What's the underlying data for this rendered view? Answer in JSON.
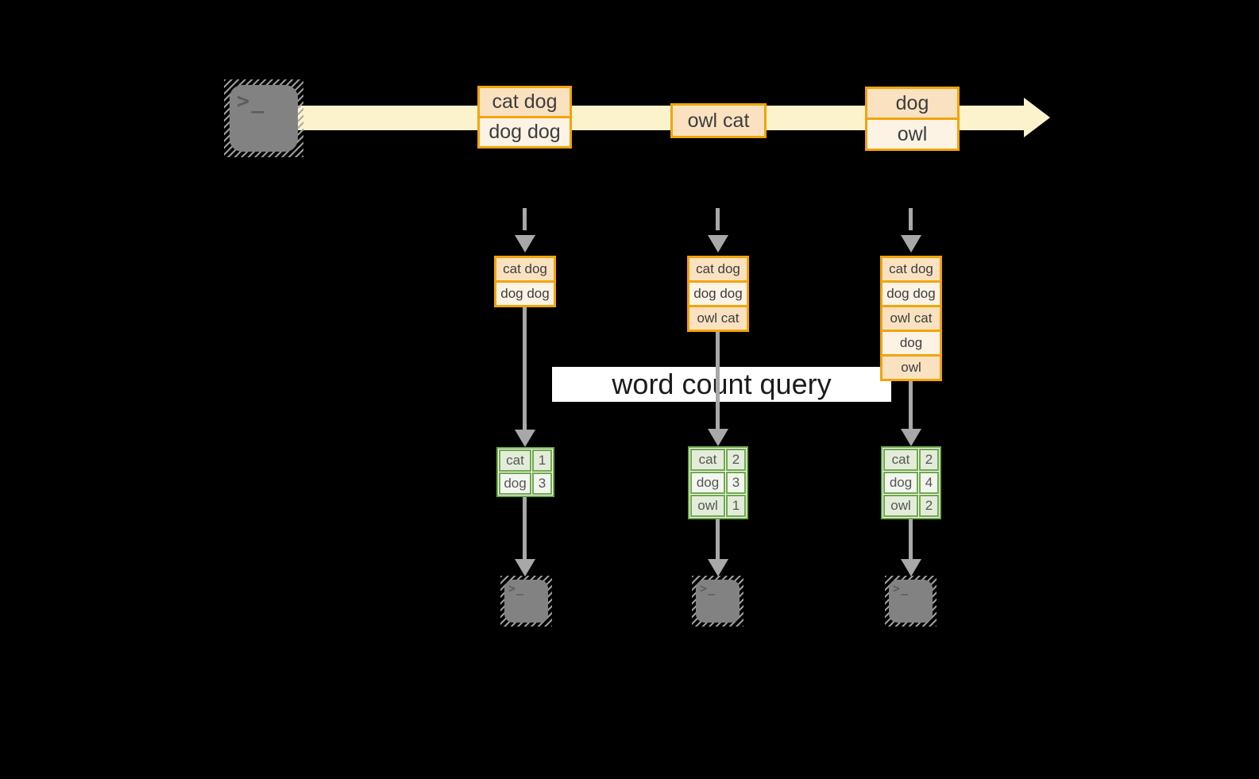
{
  "colors": {
    "background": "#000000",
    "stream_band": "#FCF3CD",
    "box_border_orange": "#F1A40B",
    "box_fill_peach": "#FAE2C1",
    "box_fill_cream": "#FDF3E5",
    "table_border_green": "#6FA84C",
    "table_fill_dark": "#E3ECD9",
    "table_fill_light": "#F2F6EE",
    "arrow_gray": "#A8A8A8",
    "banner_bg": "#FFFFFF",
    "terminal_gray": "#828282"
  },
  "icons": {
    "source": "terminal-icon",
    "sinks": "terminal-icon"
  },
  "source": {
    "glyph": ">_"
  },
  "stream": {
    "messages": [
      {
        "lines": [
          "cat dog",
          "dog dog"
        ]
      },
      {
        "lines": [
          "owl cat"
        ]
      },
      {
        "lines": [
          "dog",
          "owl"
        ]
      }
    ]
  },
  "query_banner": {
    "label": "word count query"
  },
  "workers": [
    {
      "buffer": [
        "cat dog",
        "dog dog"
      ],
      "counts": [
        {
          "word": "cat",
          "value": "1"
        },
        {
          "word": "dog",
          "value": "3"
        }
      ],
      "sink_glyph": ">_"
    },
    {
      "buffer": [
        "cat dog",
        "dog dog",
        "owl cat"
      ],
      "counts": [
        {
          "word": "cat",
          "value": "2"
        },
        {
          "word": "dog",
          "value": "3"
        },
        {
          "word": "owl",
          "value": "1"
        }
      ],
      "sink_glyph": ">_"
    },
    {
      "buffer": [
        "cat dog",
        "dog dog",
        "owl cat",
        "dog",
        "owl"
      ],
      "counts": [
        {
          "word": "cat",
          "value": "2"
        },
        {
          "word": "dog",
          "value": "4"
        },
        {
          "word": "owl",
          "value": "2"
        }
      ],
      "sink_glyph": ">_"
    }
  ]
}
